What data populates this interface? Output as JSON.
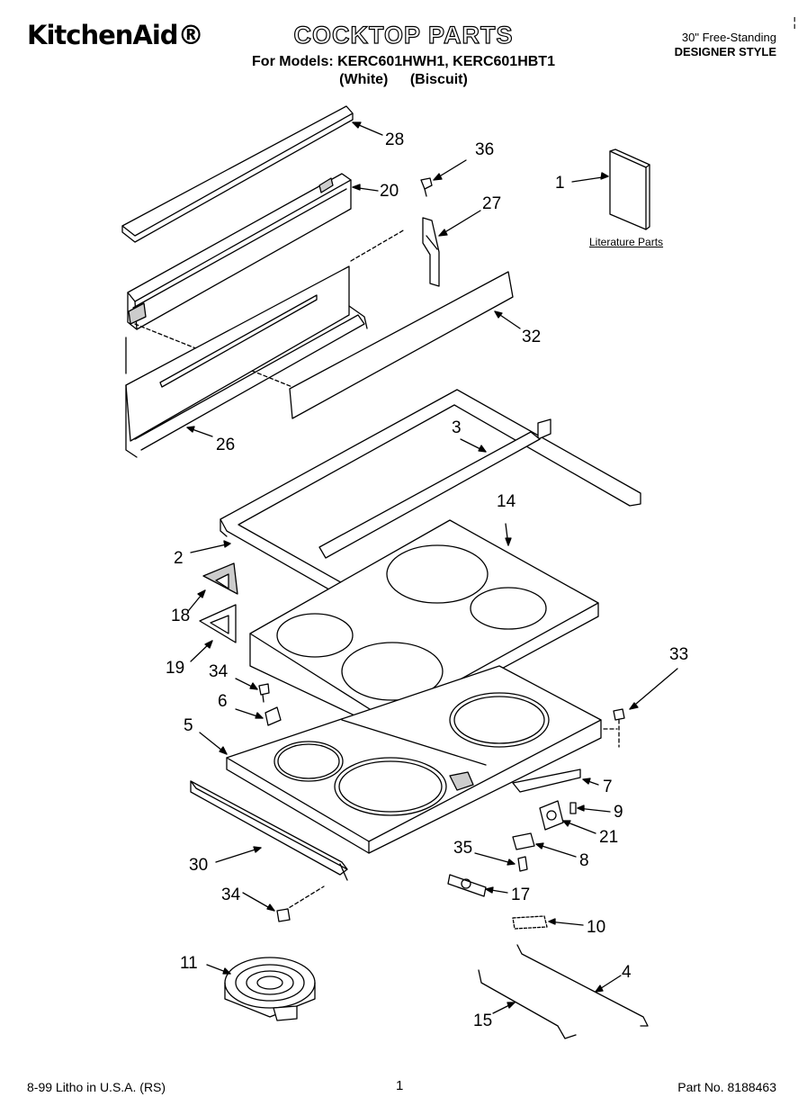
{
  "header": {
    "brand": "KitchenAid®",
    "title": "COCKTOP PARTS",
    "models_line": "For Models: KERC601HWH1, KERC601HBT1",
    "variant_1": "(White)",
    "variant_2": "(Biscuit)",
    "subtitle_1": "30\" Free-Standing",
    "subtitle_2": "DESIGNER STYLE",
    "corner_mark": "¦"
  },
  "diagram": {
    "literature_label": "Literature Parts",
    "callouts": [
      {
        "id": "c28",
        "text": "28"
      },
      {
        "id": "c36",
        "text": "36"
      },
      {
        "id": "c20",
        "text": "20"
      },
      {
        "id": "c1",
        "text": "1"
      },
      {
        "id": "c27",
        "text": "27"
      },
      {
        "id": "c32",
        "text": "32"
      },
      {
        "id": "c3",
        "text": "3"
      },
      {
        "id": "c26",
        "text": "26"
      },
      {
        "id": "c14",
        "text": "14"
      },
      {
        "id": "c2",
        "text": "2"
      },
      {
        "id": "c18",
        "text": "18"
      },
      {
        "id": "c19",
        "text": "19"
      },
      {
        "id": "c34a",
        "text": "34"
      },
      {
        "id": "c33",
        "text": "33"
      },
      {
        "id": "c6",
        "text": "6"
      },
      {
        "id": "c5",
        "text": "5"
      },
      {
        "id": "c7",
        "text": "7"
      },
      {
        "id": "c9",
        "text": "9"
      },
      {
        "id": "c21",
        "text": "21"
      },
      {
        "id": "c35",
        "text": "35"
      },
      {
        "id": "c8",
        "text": "8"
      },
      {
        "id": "c30",
        "text": "30"
      },
      {
        "id": "c17",
        "text": "17"
      },
      {
        "id": "c34b",
        "text": "34"
      },
      {
        "id": "c10",
        "text": "10"
      },
      {
        "id": "c11",
        "text": "11"
      },
      {
        "id": "c4",
        "text": "4"
      },
      {
        "id": "c15",
        "text": "15"
      }
    ]
  },
  "footer": {
    "left": "8-99 Litho in U.S.A. (RS)",
    "page": "1",
    "part_no": "Part No. 8188463"
  }
}
